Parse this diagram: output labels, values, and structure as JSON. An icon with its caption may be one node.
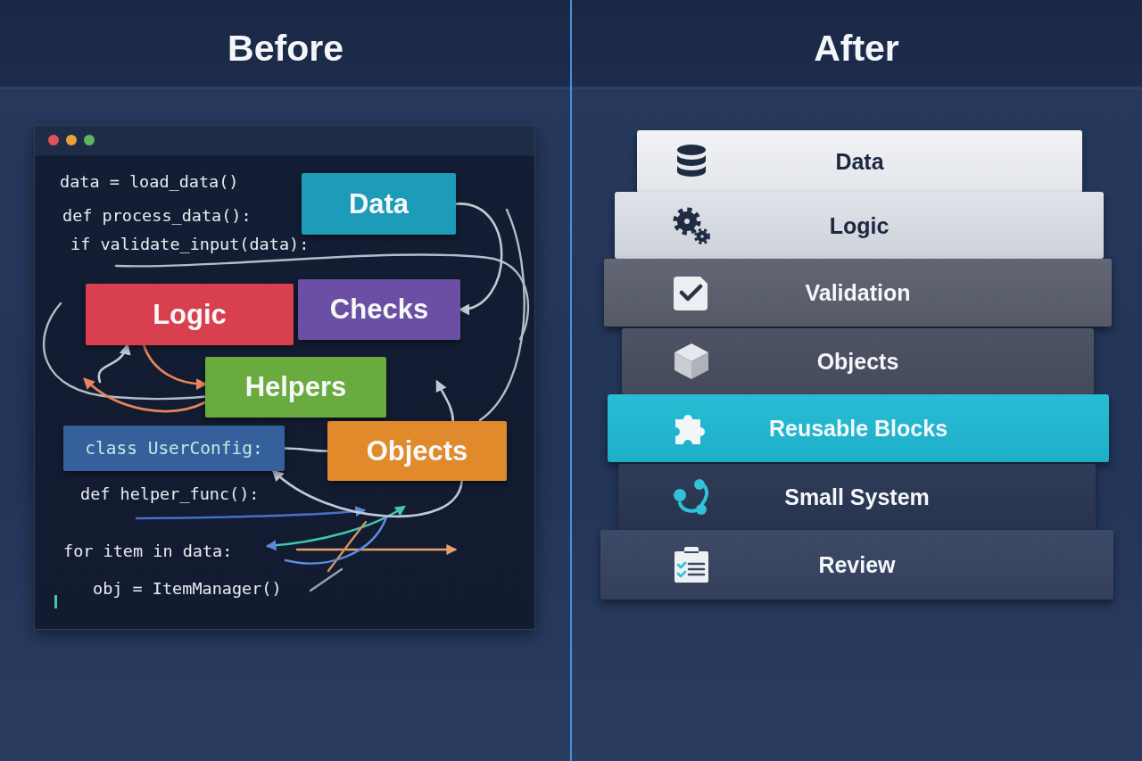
{
  "diagram": {
    "nodes": [
      {
        "text": [
          "Before"
        ]
      },
      {
        "text": [
          "data = load_data()",
          "def process_data():",
          "if validate_input(data):",
          "def helper_func():",
          "for item in data:",
          "obj = ItemManager()"
        ],
        "in": 0
      },
      {
        "text": [
          "Data"
        ],
        "in": 1
      },
      {
        "text": [
          "Logic"
        ],
        "in": 1
      },
      {
        "text": [
          "Checks"
        ],
        "in": 1
      },
      {
        "text": [
          "Helpers"
        ],
        "in": 1
      },
      {
        "text": [
          "class UserConfig:"
        ],
        "in": 1
      },
      {
        "text": [
          "Objects"
        ],
        "in": 1
      },
      {
        "text": [
          "After"
        ]
      },
      {
        "text": [
          "Data"
        ],
        "in": 8
      },
      {
        "text": [
          "Logic"
        ],
        "in": 8
      },
      {
        "text": [
          "Validation"
        ],
        "in": 8
      },
      {
        "text": [
          "Objects"
        ],
        "in": 8
      },
      {
        "text": [
          "Reusable Blocks"
        ],
        "in": 8
      },
      {
        "text": [
          "Small System"
        ],
        "in": 8
      },
      {
        "text": [
          "Review"
        ],
        "in": 8
      }
    ],
    "edges": [
      {
        "from": 2,
        "to": 4,
        "arrow": "to"
      },
      {
        "from": 3,
        "to": 5,
        "arrow": "to",
        "color": "#e8845a"
      },
      {
        "from": 6,
        "to": 7,
        "arrow": "none"
      },
      {
        "from": 7,
        "to": 6,
        "arrow": "to"
      },
      {
        "from": 5,
        "to": null,
        "arrow": "to",
        "color": "#e8845a"
      },
      {
        "from": null,
        "to": 3,
        "arrow": "to"
      },
      {
        "from": 7,
        "to": null,
        "arrow": "to"
      }
    ]
  }
}
